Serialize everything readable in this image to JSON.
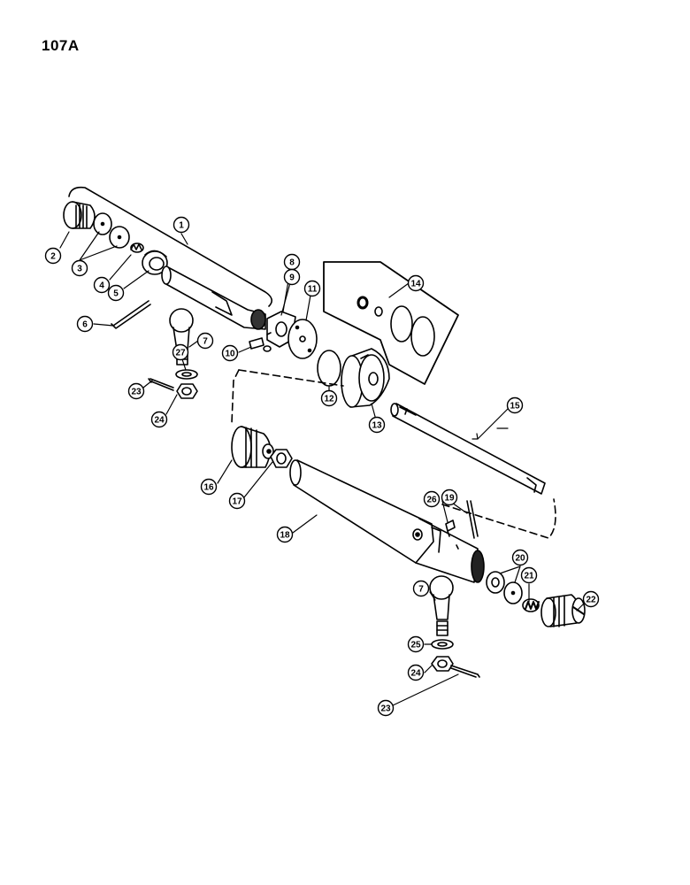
{
  "page_number": "107A",
  "callouts": [
    {
      "id": "c1",
      "text": "1"
    },
    {
      "id": "c2",
      "text": "2"
    },
    {
      "id": "c3",
      "text": "3"
    },
    {
      "id": "c4",
      "text": "4"
    },
    {
      "id": "c5",
      "text": "5"
    },
    {
      "id": "c6",
      "text": "6"
    },
    {
      "id": "c7a",
      "text": "7"
    },
    {
      "id": "c8",
      "text": "8"
    },
    {
      "id": "c9",
      "text": "9"
    },
    {
      "id": "c10",
      "text": "10"
    },
    {
      "id": "c11",
      "text": "11"
    },
    {
      "id": "c12",
      "text": "12"
    },
    {
      "id": "c13",
      "text": "13"
    },
    {
      "id": "c14",
      "text": "14"
    },
    {
      "id": "c15",
      "text": "15"
    },
    {
      "id": "c16",
      "text": "16"
    },
    {
      "id": "c17",
      "text": "17"
    },
    {
      "id": "c18",
      "text": "18"
    },
    {
      "id": "c19",
      "text": "19"
    },
    {
      "id": "c20",
      "text": "20"
    },
    {
      "id": "c21",
      "text": "21"
    },
    {
      "id": "c22",
      "text": "22"
    },
    {
      "id": "c23a",
      "text": "23"
    },
    {
      "id": "c24a",
      "text": "24"
    },
    {
      "id": "c27",
      "text": "27"
    },
    {
      "id": "c26",
      "text": "26"
    },
    {
      "id": "c7b",
      "text": "7"
    },
    {
      "id": "c25",
      "text": "25"
    },
    {
      "id": "c24b",
      "text": "24"
    },
    {
      "id": "c23b",
      "text": "23"
    }
  ],
  "colors": {
    "ink": "#000000",
    "paper": "#ffffff",
    "tone": "#d9d9d9"
  }
}
